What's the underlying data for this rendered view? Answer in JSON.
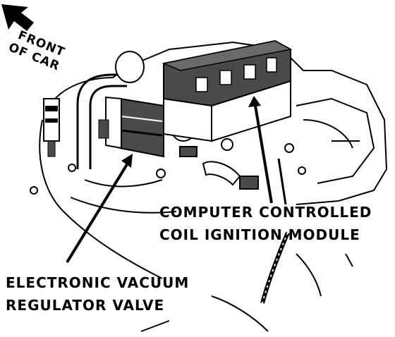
{
  "labels": {
    "front_of_car": [
      "FRONT",
      "OF CAR"
    ],
    "ignition_module": [
      "COMPUTER CONTROLLED",
      "COIL IGNITION MODULE"
    ],
    "vacuum_valve": [
      "ELECTRONIC VACUUM",
      "REGULATOR VALVE"
    ]
  },
  "colors": {
    "ink": "#000000",
    "paper": "#ffffff",
    "shade": "#4a4a4a"
  },
  "icons": {
    "direction": "arrow-up-left-icon"
  }
}
